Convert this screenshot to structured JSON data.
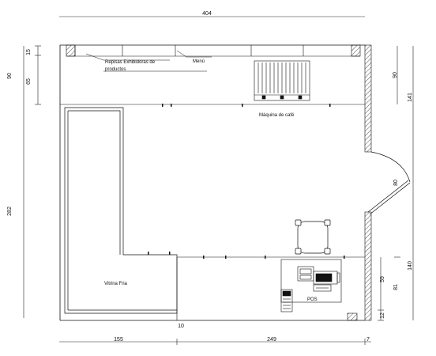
{
  "dimensions": {
    "top_width": "404",
    "left_15": "15",
    "left_90": "90",
    "left_65": "65",
    "left_282": "282",
    "right_90": "90",
    "right_141": "141",
    "right_80": "80",
    "right_140": "140",
    "right_81": "81",
    "right_59": "59",
    "right_12": "12",
    "bottom_155": "155",
    "bottom_249": "249",
    "bottom_7": "7",
    "bottom_10": "10"
  },
  "labels": {
    "shelves": "Repisas Exhibidoras de",
    "shelves_line2": "productos",
    "menu": "Menú",
    "coffee_machine": "Máquina de café",
    "cold_display": "Vitrina Fria",
    "pos": "POS"
  }
}
